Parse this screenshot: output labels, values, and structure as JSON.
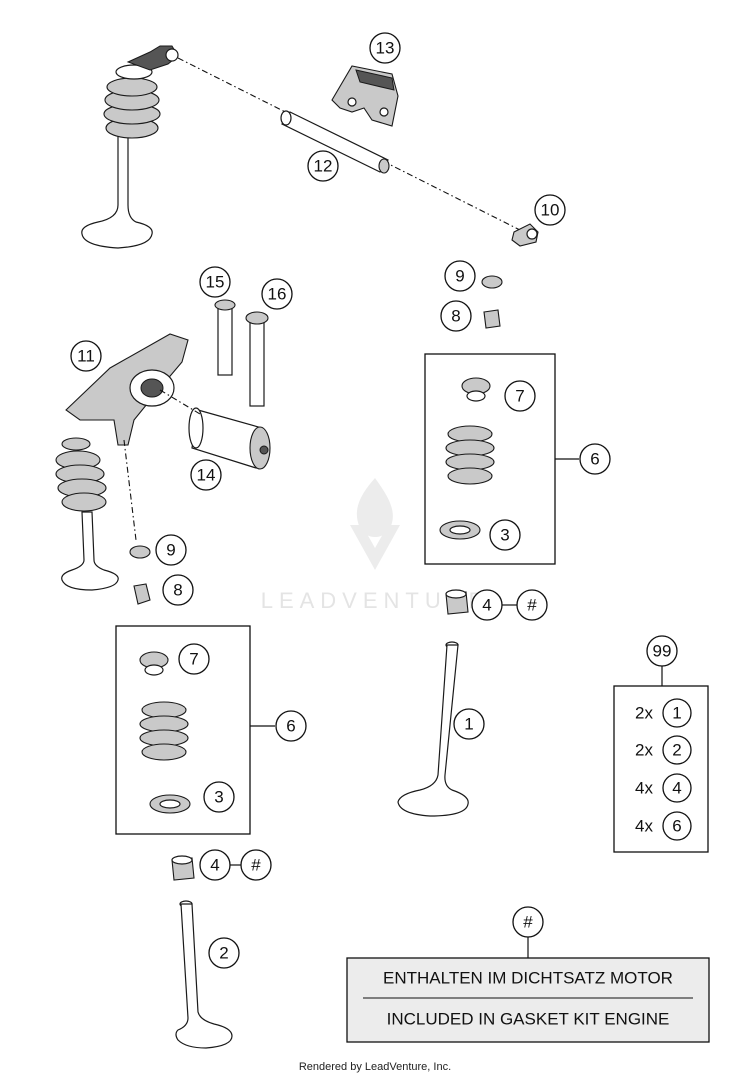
{
  "callouts": {
    "c13": "13",
    "c12": "12",
    "c10": "10",
    "c15": "15",
    "c16": "16",
    "c11": "11",
    "c14": "14",
    "c9a": "9",
    "c8a": "8",
    "c7a": "7",
    "c6a": "6",
    "c3a": "3",
    "c9b": "9",
    "c8b": "8",
    "c4a": "4",
    "hashA": "#",
    "c7b": "7",
    "c6b": "6",
    "c3b": "3",
    "c1": "1",
    "c4b": "4",
    "hashB": "#",
    "c2": "2",
    "c99": "99",
    "hashKit": "#"
  },
  "kit_99": [
    {
      "qty": "2x",
      "part": "1"
    },
    {
      "qty": "2x",
      "part": "2"
    },
    {
      "qty": "4x",
      "part": "4"
    },
    {
      "qty": "4x",
      "part": "6"
    }
  ],
  "gasket_kit": {
    "line_de": "ENTHALTEN IM DICHTSATZ MOTOR",
    "line_en": "INCLUDED IN GASKET KIT ENGINE"
  },
  "watermark": "LEADVENTURE",
  "footer": "Rendered by LeadVenture, Inc."
}
